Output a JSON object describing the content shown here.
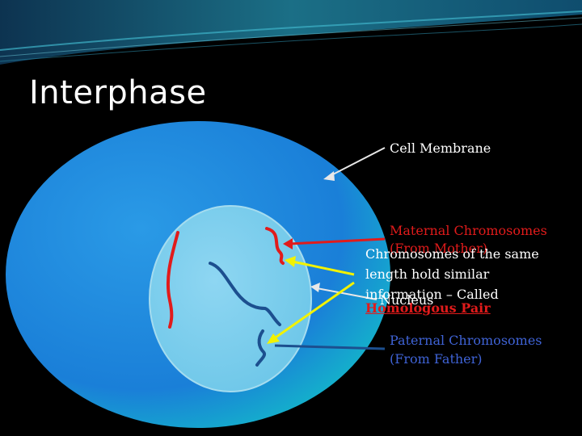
{
  "title": "Interphase",
  "labels": {
    "cell_membrane": "Cell Membrane",
    "maternal": "Maternal Chromosomes",
    "maternal_source": "(From Mother)",
    "homolog_line1": "Chromosomes of the same",
    "homolog_line2": "length hold similar",
    "homolog_line3": "information – Called",
    "homolog_pair": "Homologous Pair",
    "nucleus": "Nucleus",
    "paternal": "Paternal Chromosomes",
    "paternal_source": "(From Father)"
  },
  "colors": {
    "background": "#000000",
    "cell": "#1e8fe0",
    "nucleus": "#7ccfee",
    "maternal": "#e11b1b",
    "paternal": "#1c4f8f",
    "pointer_yellow": "#f2f200",
    "label_blue": "#3f63d6"
  }
}
